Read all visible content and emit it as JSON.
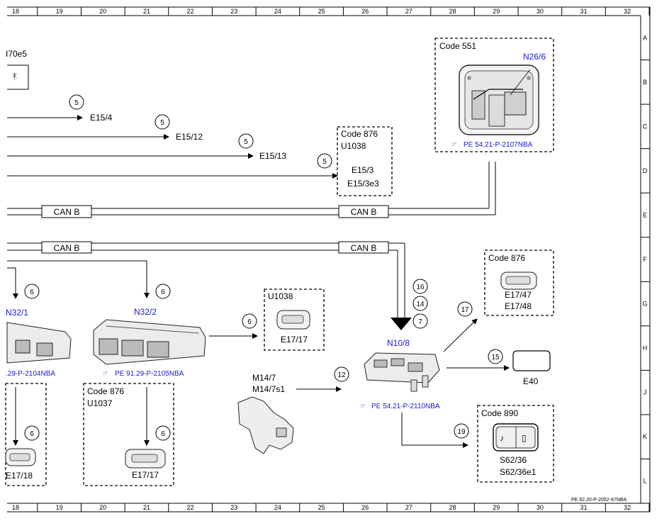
{
  "grid": {
    "columns": [
      "18",
      "19",
      "20",
      "21",
      "22",
      "23",
      "24",
      "25",
      "26",
      "27",
      "28",
      "29",
      "30",
      "31",
      "32"
    ],
    "rows": [
      "A",
      "B",
      "C",
      "D",
      "E",
      "F",
      "G",
      "H",
      "J",
      "K",
      "L"
    ]
  },
  "footer_ref": "PE 82.20-P-2052-97NBA",
  "partial_component": "I70e5",
  "wires": [
    {
      "number": "5",
      "target": "E15/4"
    },
    {
      "number": "5",
      "target": "E15/12"
    },
    {
      "number": "5",
      "target": "E15/13"
    },
    {
      "number": "5",
      "target": ""
    }
  ],
  "bus_labels": [
    "CAN B",
    "CAN B",
    "CAN B",
    "CAN B"
  ],
  "box_876_top": {
    "code": "Code 876",
    "unit": "U1038",
    "lines": [
      "E15/3",
      "E15/3e3"
    ]
  },
  "box_551": {
    "code": "Code 551",
    "component": "N26/6",
    "ref": "PE 54.21-P-2107NBA"
  },
  "box_876_right": {
    "code": "Code 876",
    "lines": [
      "E17/47",
      "E17/48"
    ]
  },
  "box_u1038": {
    "code": "U1038",
    "line": "E17/17"
  },
  "box_876_bottom": {
    "code": "Code 876",
    "unit": "U1037",
    "line": "E17/17"
  },
  "box_890": {
    "code": "Code 890",
    "lines": [
      "S62/36",
      "S62/36e1"
    ]
  },
  "n32_1": {
    "label": "N32/1",
    "ref": ".29-P-2104NBA",
    "wire": "6",
    "bottom_wire": "6",
    "bottom_label": "E17/18"
  },
  "n32_2": {
    "label": "N32/2",
    "ref": "PE 91.29-P-2105NBA",
    "wire": "6",
    "side_wire": "6",
    "bottom_wire": "6"
  },
  "n10_8": {
    "label": "N10/8",
    "ref": "PE 54.21-P-2110NBA",
    "inputs": [
      "16",
      "14",
      "7"
    ]
  },
  "m14": {
    "labels": [
      "M14/7",
      "M14/7s1"
    ],
    "wire": "12"
  },
  "e40": {
    "label": "E40",
    "wire": "15"
  },
  "wire_17": "17",
  "wire_19": "19"
}
